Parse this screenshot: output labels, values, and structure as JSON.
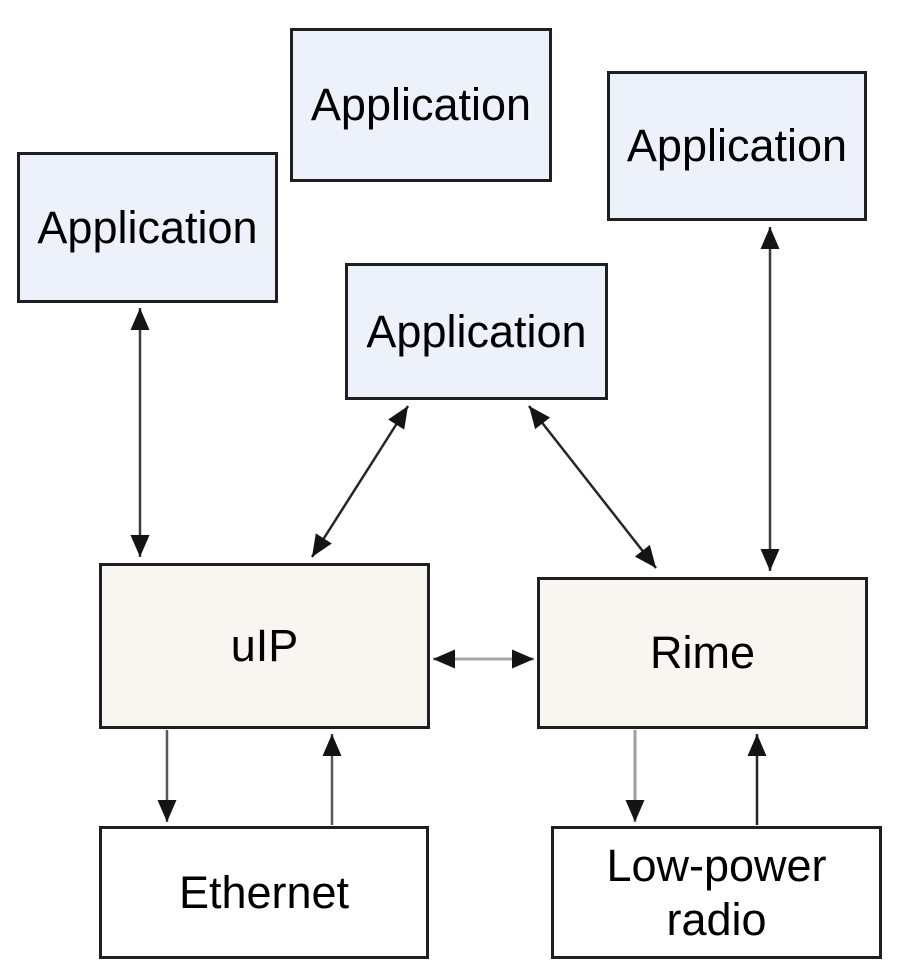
{
  "diagram": {
    "type": "block-diagram",
    "background": "#ffffff",
    "nodes": {
      "app_top_left": {
        "label": "Application",
        "fill": "#edf2fa"
      },
      "app_top_mid": {
        "label": "Application",
        "fill": "#edf2fa"
      },
      "app_top_right": {
        "label": "Application",
        "fill": "#edf2fa"
      },
      "app_middle": {
        "label": "Application",
        "fill": "#edf2fa"
      },
      "uip": {
        "label": "uIP",
        "fill": "#f9f6f2"
      },
      "rime": {
        "label": "Rime",
        "fill": "#f9f6f2"
      },
      "ethernet": {
        "label": "Ethernet",
        "fill": "#ffffff"
      },
      "radio": {
        "label": "Low-power radio",
        "fill": "#ffffff"
      }
    },
    "edges": [
      {
        "from": "app_top_left",
        "to": "uip",
        "direction": "bidirectional"
      },
      {
        "from": "app_top_right",
        "to": "rime",
        "direction": "bidirectional"
      },
      {
        "from": "app_middle",
        "to": "uip",
        "direction": "bidirectional"
      },
      {
        "from": "app_middle",
        "to": "rime",
        "direction": "bidirectional"
      },
      {
        "from": "uip",
        "to": "rime",
        "direction": "bidirectional"
      },
      {
        "from": "uip",
        "to": "ethernet",
        "direction": "down"
      },
      {
        "from": "ethernet",
        "to": "uip",
        "direction": "up"
      },
      {
        "from": "rime",
        "to": "radio",
        "direction": "down"
      },
      {
        "from": "radio",
        "to": "rime",
        "direction": "up"
      }
    ],
    "colors": {
      "border": "#1f1f1f",
      "arrowhead": "#141414",
      "shaft_dark": "#3d3d3d",
      "shaft_mid": "#595959",
      "shaft_light": "#a6a6a6"
    }
  }
}
